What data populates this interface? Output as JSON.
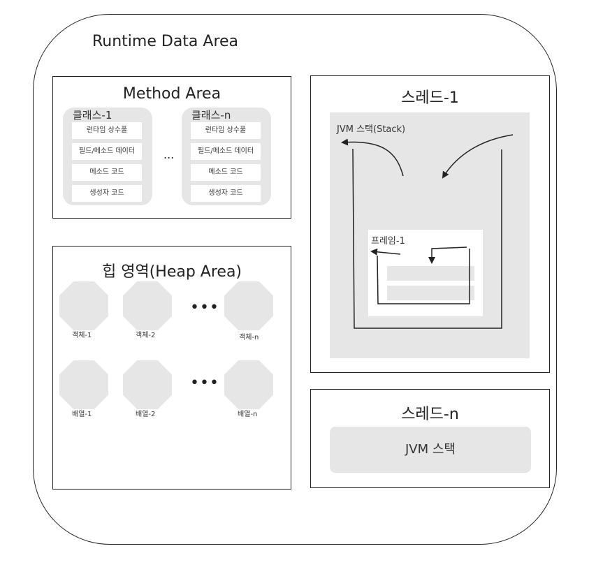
{
  "runtime": {
    "title": "Runtime Data Area"
  },
  "method_area": {
    "title": "Method Area",
    "ellipsis": "...",
    "classes": [
      {
        "label": "클래스-1",
        "items": [
          "런타임 상수풀",
          "필드/메소드 데이터",
          "메소드 코드",
          "생성자 코드"
        ]
      },
      {
        "label": "클래스-n",
        "items": [
          "런타임 상수풀",
          "필드/메소드 데이터",
          "메소드 코드",
          "생성자 코드"
        ]
      }
    ]
  },
  "heap": {
    "title": "힙 영역(Heap Area)",
    "ellipsis": "•••",
    "objects": [
      "객체-1",
      "객체-2",
      "객체-n"
    ],
    "arrays": [
      "배열-1",
      "배열-2",
      "배열-n"
    ]
  },
  "thread_1": {
    "title": "스레드-1",
    "stack_label": "JVM 스택(Stack)",
    "frame_label": "프레임-1"
  },
  "thread_n": {
    "title": "스레드-n",
    "stack_label": "JVM 스택"
  },
  "colors": {
    "stroke": "#222222",
    "fill": "#e6e6e6",
    "background": "#ffffff"
  }
}
